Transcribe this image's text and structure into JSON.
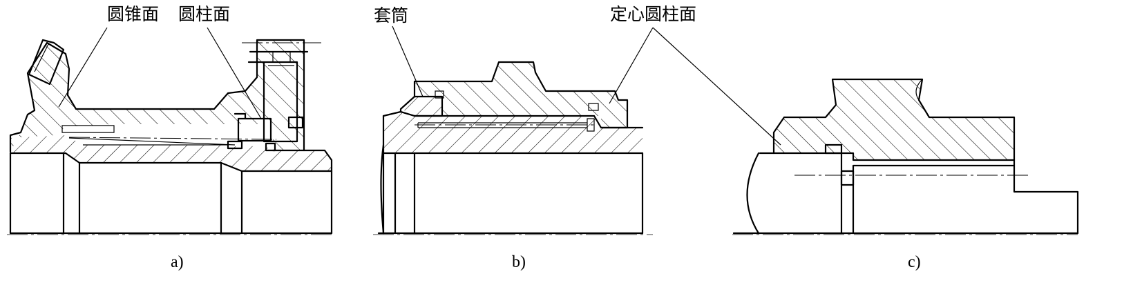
{
  "callouts": {
    "conical_surface": "圆锥面",
    "cylindrical_surface": "圆柱面",
    "sleeve": "套筒",
    "centering_cylindrical_surface": "定心圆柱面"
  },
  "captions": {
    "a": "a)",
    "b": "b)",
    "c": "c)"
  }
}
